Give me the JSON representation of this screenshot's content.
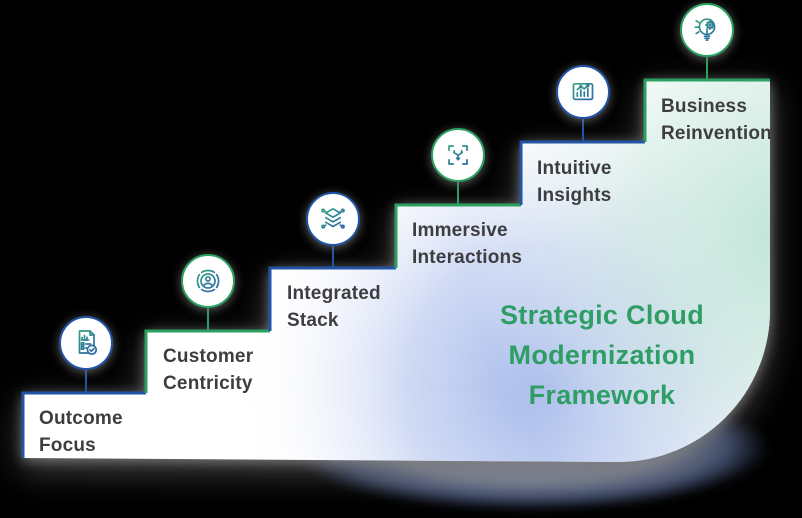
{
  "title": {
    "text": "Strategic Cloud\nModernization\nFramework"
  },
  "colors": {
    "blue": "#2254a6",
    "green": "#2aa061",
    "title_green": "#2e9e64",
    "label_dark": "#3e3e41",
    "icon_teal": "#35a57d",
    "icon_blue": "#2a5fae"
  },
  "steps": [
    {
      "label": "Outcome\nFocus",
      "color": "blue",
      "icon": "report-check-icon"
    },
    {
      "label": "Customer\nCentricity",
      "color": "green",
      "icon": "customer-orbit-icon"
    },
    {
      "label": "Integrated\nStack",
      "color": "blue",
      "icon": "layers-stack-icon"
    },
    {
      "label": "Immersive\nInteractions",
      "color": "green",
      "icon": "spatial-arrows-icon"
    },
    {
      "label": "Intuitive\nInsights",
      "color": "blue",
      "icon": "insights-chart-icon"
    },
    {
      "label": "Business\nReinvention",
      "color": "green",
      "icon": "bulb-gear-icon"
    }
  ]
}
